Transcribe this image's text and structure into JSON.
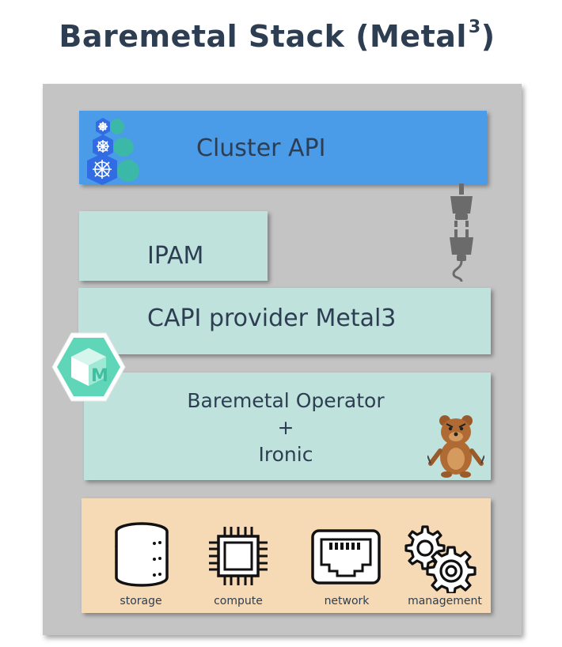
{
  "title": {
    "main": "Baremetal Stack (Metal",
    "superscript": "3",
    "close": ")"
  },
  "layers": {
    "cluster_api": "Cluster API",
    "ipam": "IPAM",
    "capi_provider": "CAPI provider Metal3",
    "bmo_line1": "Baremetal Operator",
    "bmo_plus": "+",
    "bmo_line2": "Ironic"
  },
  "hardware": {
    "storage": "storage",
    "compute": "compute",
    "network": "network",
    "management": "management"
  },
  "icons": {
    "kubernetes": "kubernetes-turtle-stack-icon",
    "plug": "plug-connector-icon",
    "metal3_logo": "metal3-cube-logo-icon",
    "ironic_bear": "ironic-bear-mascot-icon",
    "storage": "database-icon",
    "compute": "cpu-chip-icon",
    "network": "ethernet-port-icon",
    "management": "gears-icon"
  },
  "colors": {
    "title": "#2d3e52",
    "frame": "#c4c4c4",
    "cluster_api": "#4a9be8",
    "teal_layer": "#c0e2dd",
    "hardware_layer": "#f6d9b5",
    "metal3_logo": "#5fd6b8"
  }
}
